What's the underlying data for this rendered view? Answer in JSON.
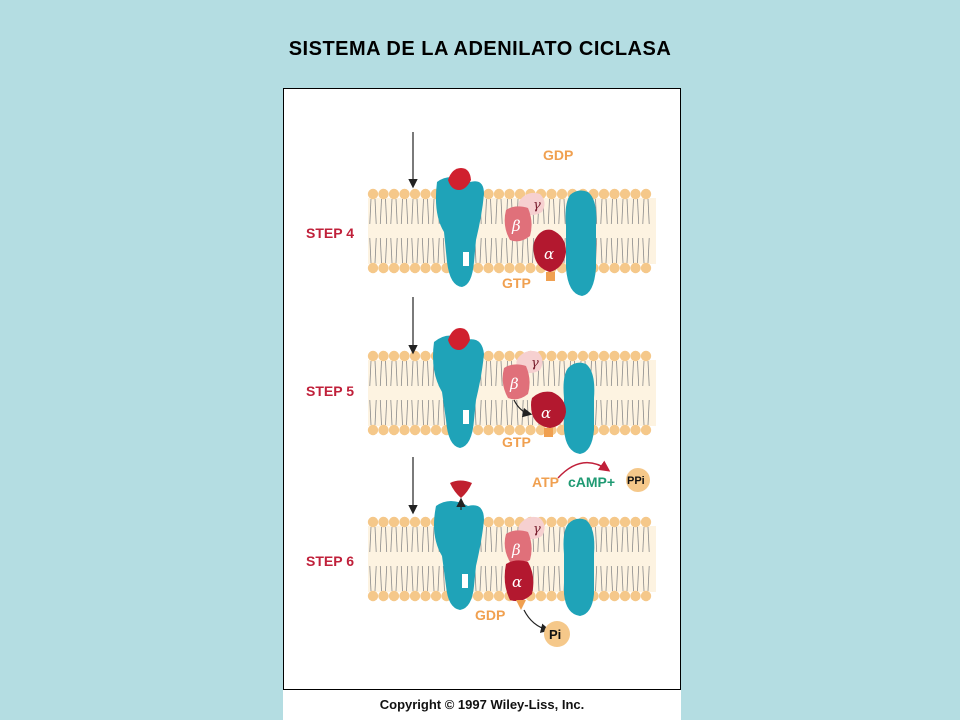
{
  "title": "SISTEMA DE LA ADENILATO CICLASA",
  "copyright": "Copyright © 1997 Wiley-Liss, Inc.",
  "labels": {
    "gdp_top": "GDP",
    "step4": "STEP 4",
    "gtp1": "GTP",
    "step5": "STEP 5",
    "gtp2": "GTP",
    "atp": "ATP",
    "camp_plus": "cAMP+",
    "ppi": "PPi",
    "step6": "STEP 6",
    "gdp_bottom": "GDP",
    "pi": "Pi"
  },
  "greek": {
    "gamma": "γ",
    "beta": "β",
    "alpha": "α"
  },
  "colors": {
    "background": "#b4dde2",
    "protein": "#1fa3b8",
    "ligand": "#d0202e",
    "alpha_subunit": "#b3182f",
    "beta_subunit": "#e0707a",
    "gamma_subunit": "#f6d0d0",
    "lipid_head": "#f5c88a",
    "step_label": "#c0203a",
    "nucleotide_label": "#f0a050",
    "camp_label": "#1f9a73"
  }
}
